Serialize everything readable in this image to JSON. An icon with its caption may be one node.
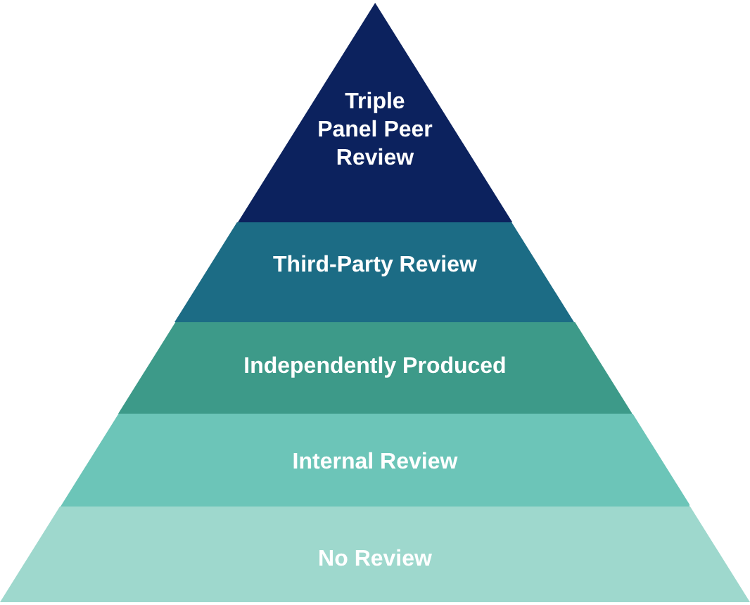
{
  "diagram": {
    "nodes": [
      {
        "text": [
          "Triple Panel Peer Review"
        ]
      },
      {
        "text": [
          "Third-Party Review"
        ]
      },
      {
        "text": [
          "Independently Produced"
        ]
      },
      {
        "text": [
          "Internal Review"
        ]
      },
      {
        "text": [
          "No Review"
        ]
      }
    ]
  }
}
